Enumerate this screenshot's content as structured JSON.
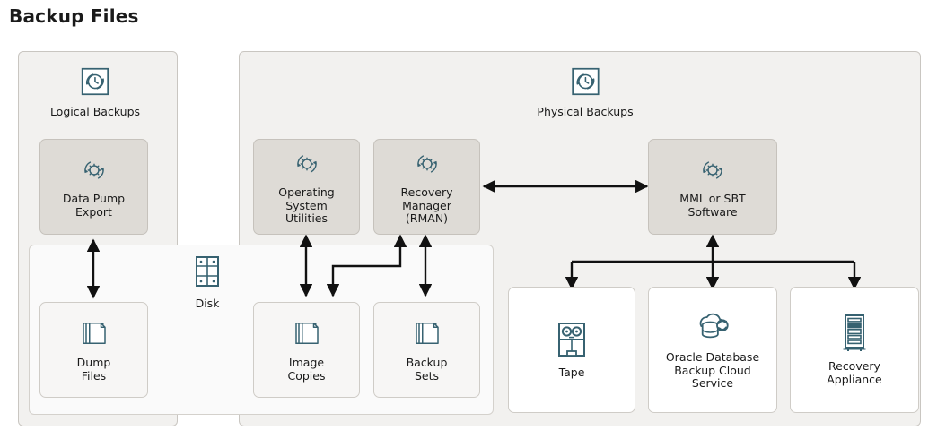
{
  "page": {
    "title": "Backup Files"
  },
  "groups": {
    "logical": {
      "label": "Logical Backups",
      "icon": "clock-refresh-icon"
    },
    "physical": {
      "label": "Physical Backups",
      "icon": "clock-refresh-icon"
    },
    "disk": {
      "label": "Disk",
      "icon": "disk-icon"
    }
  },
  "nodes": {
    "data_pump_export": {
      "label": "Data Pump\nExport",
      "line1": "Data Pump",
      "line2": "Export",
      "icon": "gear-refresh-icon"
    },
    "dump_files": {
      "label": "Dump\nFiles",
      "line1": "Dump",
      "line2": "Files",
      "icon": "documents-stack-icon"
    },
    "os_utilities": {
      "line1": "Operating",
      "line2": "System",
      "line3": "Utilities",
      "icon": "gear-refresh-icon"
    },
    "rman": {
      "line1": "Recovery",
      "line2": "Manager",
      "line3": "(RMAN)",
      "icon": "gear-refresh-icon"
    },
    "mml_sbt": {
      "line1": "MML or SBT",
      "line2": "Software",
      "icon": "gear-refresh-icon"
    },
    "image_copies": {
      "line1": "Image",
      "line2": "Copies",
      "icon": "documents-stack-icon"
    },
    "backup_sets": {
      "line1": "Backup",
      "line2": "Sets",
      "icon": "documents-stack-icon"
    },
    "tape": {
      "line1": "Tape",
      "icon": "tape-drive-icon"
    },
    "cloud_service": {
      "line1": "Oracle Database",
      "line2": "Backup Cloud",
      "line3": "Service",
      "icon": "cloud-database-icon"
    },
    "recovery_appliance": {
      "line1": "Recovery",
      "line2": "Appliance",
      "icon": "server-rack-icon"
    }
  },
  "colors": {
    "icon_stroke": "#376271",
    "panel_fill": "#f2f1ef",
    "panel_border": "#c9c6c1",
    "node_soft_fill": "#dedbd6",
    "node_plain_fill": "#f7f6f5",
    "arrow": "#111111",
    "title": "#1a1a1a"
  }
}
